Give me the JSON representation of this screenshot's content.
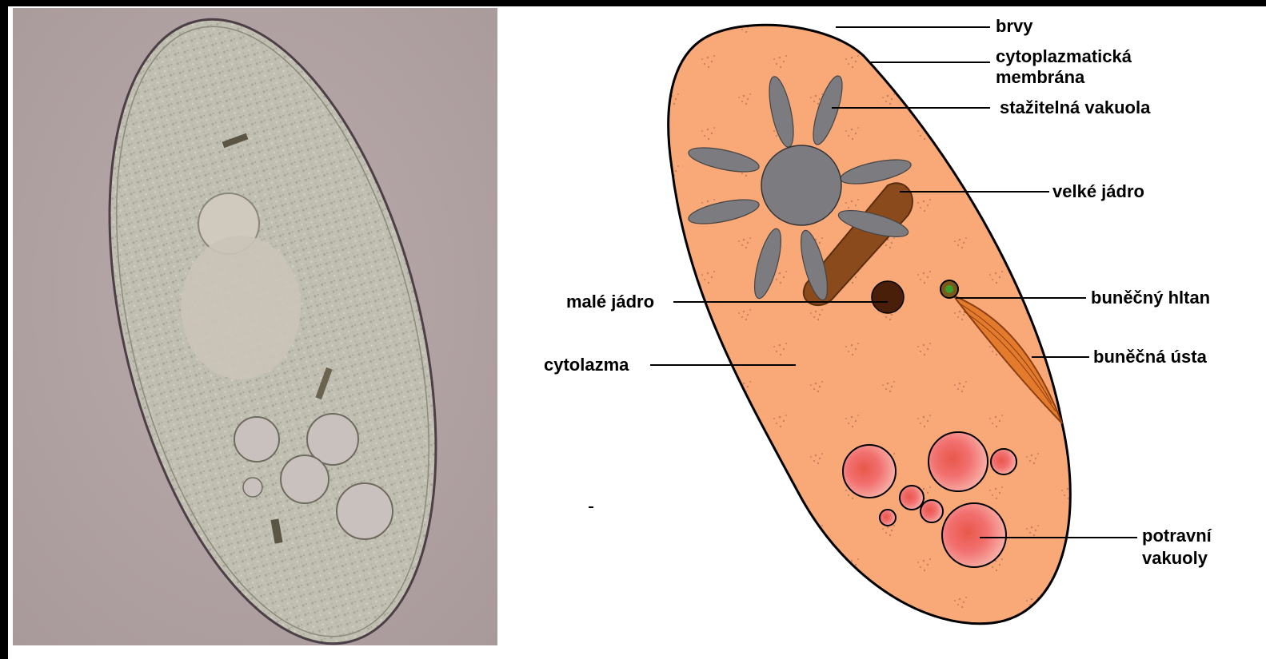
{
  "labels": {
    "brvy": "brvy",
    "membrana_line1": "cytoplazmatická",
    "membrana_line2": "membrána",
    "stazitelna": "stažitelná vakuola",
    "velke_jadro": "velké jádro",
    "male_jadro": "malé jádro",
    "hltan": "buněčný hltan",
    "usta": "buněčná ústa",
    "cytolazma": "cytolazma",
    "potravni_line1": "potravní",
    "potravni_line2": "vakuoly"
  },
  "colors": {
    "cell_fill": "#f9a878",
    "outline": "#000000",
    "contractile_vacuole": "#7b7b80",
    "macronucleus": "#8b4a1c",
    "micronucleus": "#4a1f0a",
    "oral_groove": "#e47a2c",
    "food_vacuole": "#f26a6a",
    "photo_bg": "#b3a3a4",
    "photo_cell": "#c2c0b2"
  }
}
